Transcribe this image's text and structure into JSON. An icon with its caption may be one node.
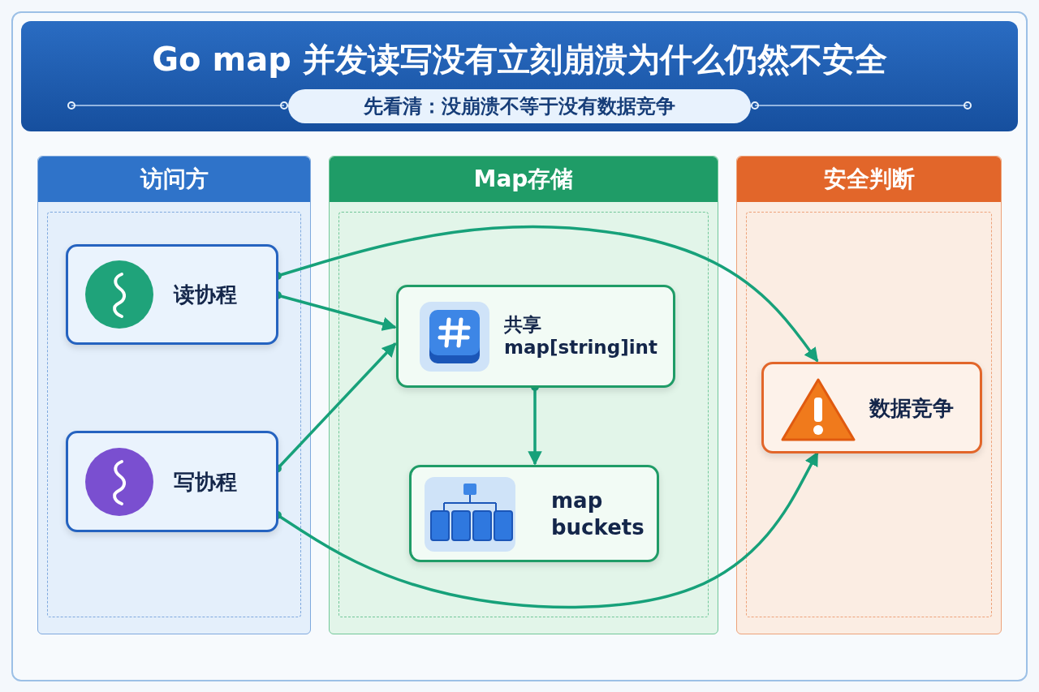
{
  "diagram": {
    "title": "Go map 并发读写没有立刻崩溃为什么仍然不安全",
    "nodes": [
      {
        "text": [
          "访问方"
        ]
      },
      {
        "text": [
          "Map存储"
        ]
      },
      {
        "text": [
          "安全判断"
        ]
      },
      {
        "text": [
          "读协程"
        ],
        "in": 0
      },
      {
        "text": [
          "写协程"
        ],
        "in": 0
      },
      {
        "text": [
          "共享 map[string]int"
        ],
        "in": 1
      },
      {
        "text": [
          "map buckets"
        ],
        "in": 1
      },
      {
        "text": [
          "数据竞争"
        ],
        "in": 2
      }
    ],
    "edges": [
      {
        "from": 3,
        "to": 5,
        "arrow": "to"
      },
      {
        "from": 4,
        "to": 5,
        "arrow": "to"
      },
      {
        "from": 3,
        "to": 7,
        "arrow": "to"
      },
      {
        "from": 4,
        "to": 7,
        "arrow": "to"
      },
      {
        "from": 5,
        "to": 6,
        "arrow": "to"
      }
    ],
    "labels": [
      "先看清：没崩溃不等于没有数据竞争"
    ]
  }
}
